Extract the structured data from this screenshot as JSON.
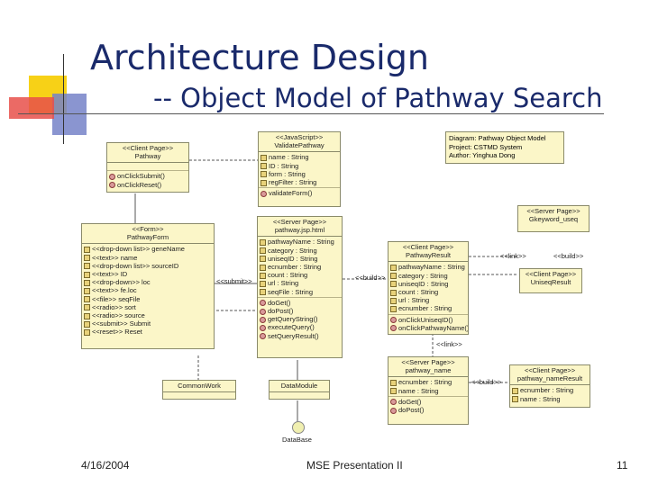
{
  "slide": {
    "title": "Architecture Design",
    "subtitle": "-- Object Model of Pathway Search",
    "footer_date": "4/16/2004",
    "footer_center": "MSE Presentation II",
    "page_number": "11"
  },
  "note": {
    "lines": [
      "Diagram: Pathway Object Model",
      "Project: CSTMD System",
      "Author: Yinghua Dong"
    ]
  },
  "classes": {
    "client_pathway": {
      "stereo": "<<Client Page>>",
      "name": "Pathway",
      "ops": [
        "onClickSubmit()",
        "onClickReset()"
      ]
    },
    "validate": {
      "stereo": "<<JavaScript>>",
      "name": "ValidatePathway",
      "attrs": [
        "name : String",
        "ID : String",
        "form : String",
        "regFilter : String"
      ],
      "ops": [
        "validateForm()"
      ]
    },
    "form": {
      "stereo": "<<Form>>",
      "name": "PathwayForm",
      "attrs": [
        "<<drop-down list>> geneName",
        "<<text>> name",
        "<<drop-down list>> sourceID",
        "<<text>> ID",
        "<<drop-down>> loc",
        "<<text>> fe.loc",
        "<<file>> seqFile",
        "<<radio>> sort",
        "<<radio>> source",
        "<<submit>> Submit",
        "<<reset>> Reset"
      ]
    },
    "server_pathway": {
      "stereo": "<<Server Page>>",
      "name": "pathway.jsp.html",
      "attrs": [
        "pathwayName : String",
        "category : String",
        "uniseqID : String",
        "ecnumber : String",
        "count : String",
        "url : String",
        "seqFile : String"
      ],
      "ops": [
        "doGet()",
        "doPost()",
        "getQueryString()",
        "executeQuery()",
        "setQueryResult()"
      ]
    },
    "keyword": {
      "stereo": "<<Server Page>>",
      "name": "Gkeyword_useq"
    },
    "result": {
      "stereo": "<<Client Page>>",
      "name": "PathwayResult",
      "attrs": [
        "pathwayName : String",
        "category : String",
        "uniseqID : String",
        "count : String",
        "url : String",
        "ecnumber : String"
      ],
      "ops": [
        "onClickUniseqID()",
        "onClickPathwayName()"
      ]
    },
    "uniseq": {
      "stereo": "<<Client Page>>",
      "name": "UniseqResult"
    },
    "server_name": {
      "stereo": "<<Server Page>>",
      "name": "pathway_name",
      "attrs": [
        "ecnumber : String",
        "name : String"
      ],
      "ops": [
        "doGet()",
        "doPost()"
      ]
    },
    "name_result": {
      "stereo": "<<Client Page>>",
      "name": "pathway_nameResult",
      "attrs": [
        "ecnumber : String",
        "name : String"
      ]
    },
    "common": {
      "name": "CommonWork"
    },
    "datamodule": {
      "name": "DataModule"
    }
  },
  "labels": {
    "submit": "<<submit>>",
    "build1": "<<build>>",
    "link1": "<<link>>",
    "build2": "<<build>>",
    "link2": "<<link>>",
    "build3": "<<build>>",
    "database": "DataBase"
  },
  "colors": {
    "title": "#1a2a6b",
    "class_fill": "#fbf6c8",
    "deco_yellow": "#f7d117",
    "deco_red": "#e8504a",
    "deco_blue": "#3d4fa8"
  }
}
